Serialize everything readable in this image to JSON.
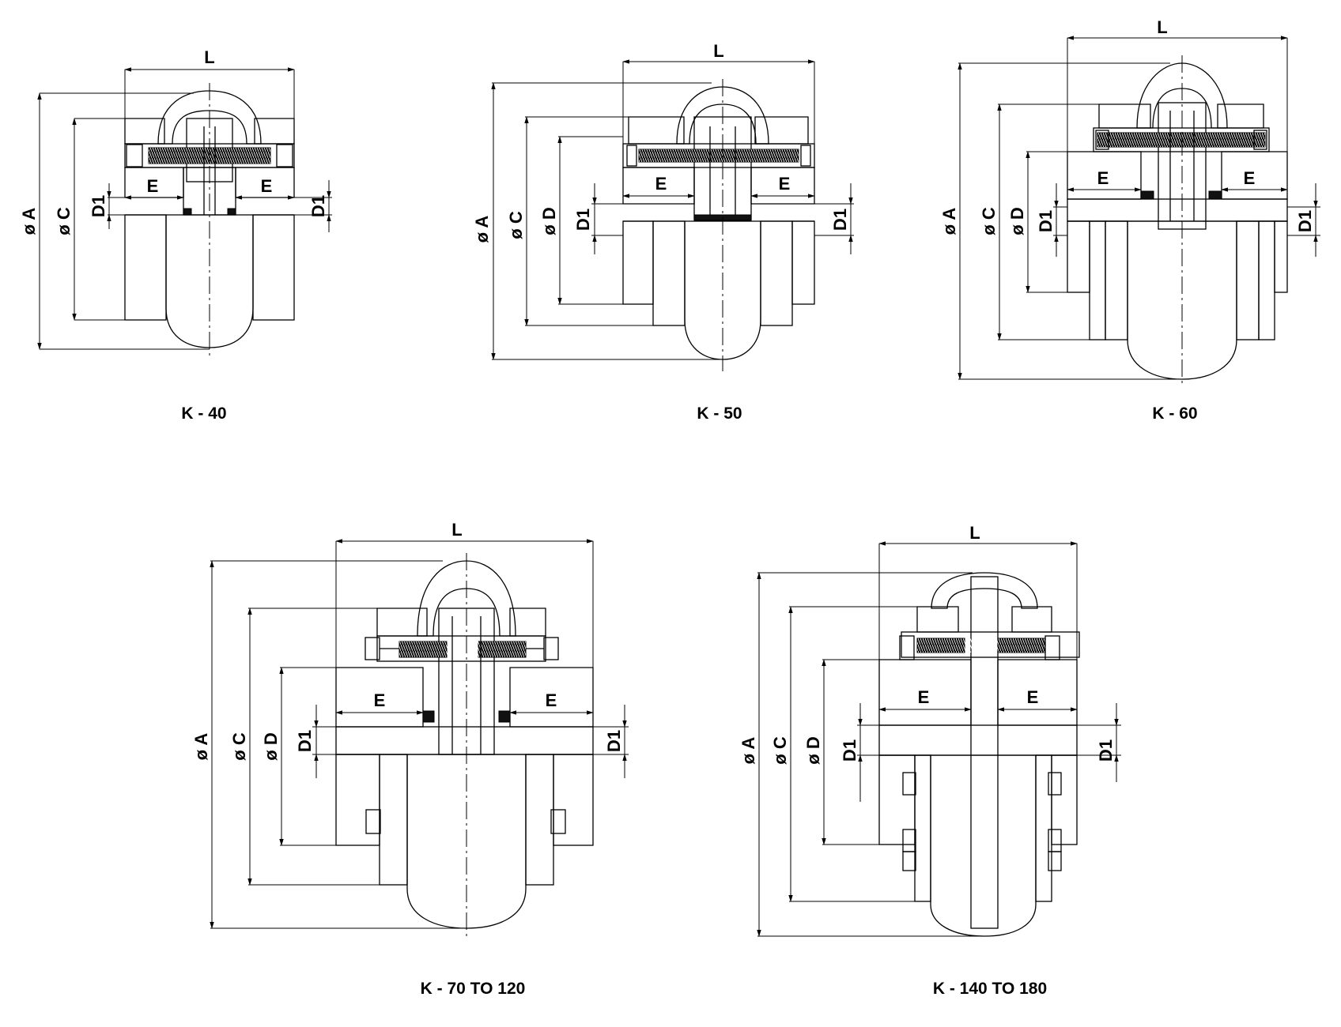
{
  "labels": {
    "A": "A",
    "C": "C",
    "D": "D",
    "D1": "D1",
    "E": "E",
    "L": "L",
    "dia": "ø"
  },
  "figures": [
    {
      "id": "k40",
      "caption": "K - 40"
    },
    {
      "id": "k50",
      "caption": "K - 50"
    },
    {
      "id": "k60",
      "caption": "K - 60"
    },
    {
      "id": "k70",
      "caption": "K - 70 TO 120"
    },
    {
      "id": "k140",
      "caption": "K - 140 TO 180"
    }
  ]
}
